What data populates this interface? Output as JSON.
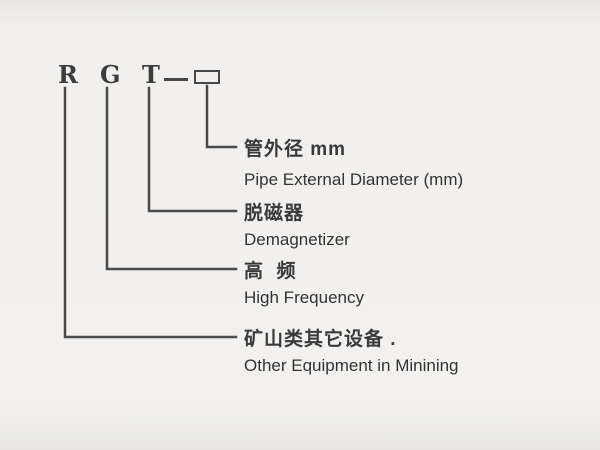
{
  "model_code": {
    "letters": [
      "R",
      "G",
      "T"
    ],
    "separator": "dash",
    "placeholder": "box"
  },
  "entries": [
    {
      "cn": "管外径 mm",
      "en": "Pipe External Diameter (mm)"
    },
    {
      "cn": "脱磁器",
      "en": "Demagnetizer"
    },
    {
      "cn": "高  频",
      "en": "High Frequency"
    },
    {
      "cn": "矿山类其它设备 .",
      "en": "Other Equipment in Minining"
    }
  ],
  "colors": {
    "background": "#f2f1ef",
    "line": "#4a4a4a",
    "text": "#3a3a3a"
  }
}
